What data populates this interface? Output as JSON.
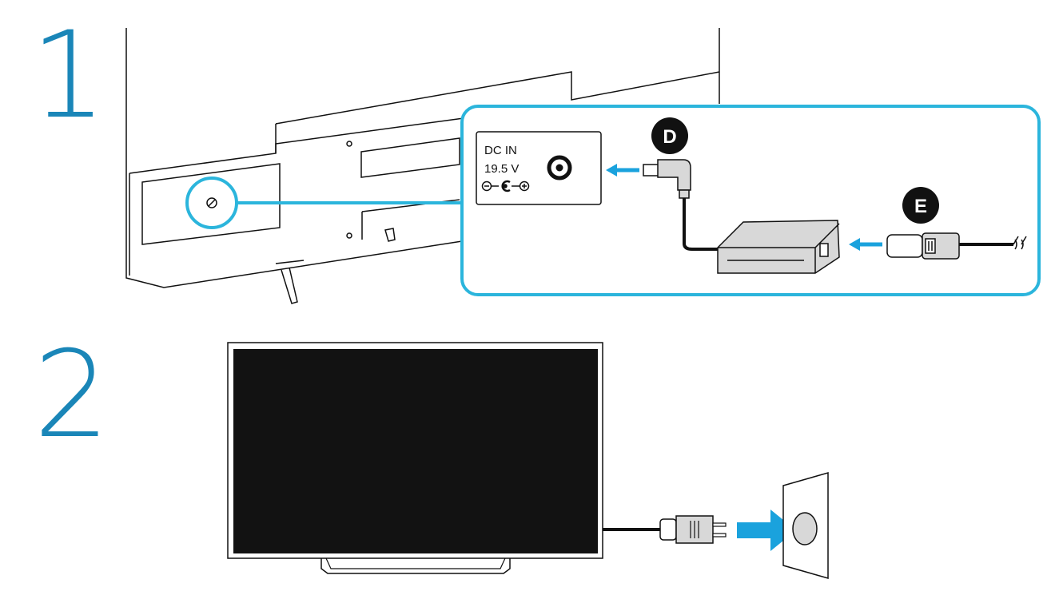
{
  "steps": [
    {
      "number": "1"
    },
    {
      "number": "2"
    }
  ],
  "port_panel": {
    "line1": "DC  IN",
    "line2": "19.5  V"
  },
  "callouts": {
    "adapter_plug": "D",
    "power_cord": "E"
  },
  "colors": {
    "accent": "#2bb5dc",
    "arrow": "#1aa2dd",
    "step_number": "#1a86b8",
    "outline": "#111111",
    "screen": "#121212",
    "adapter": "#d8d8d8"
  }
}
